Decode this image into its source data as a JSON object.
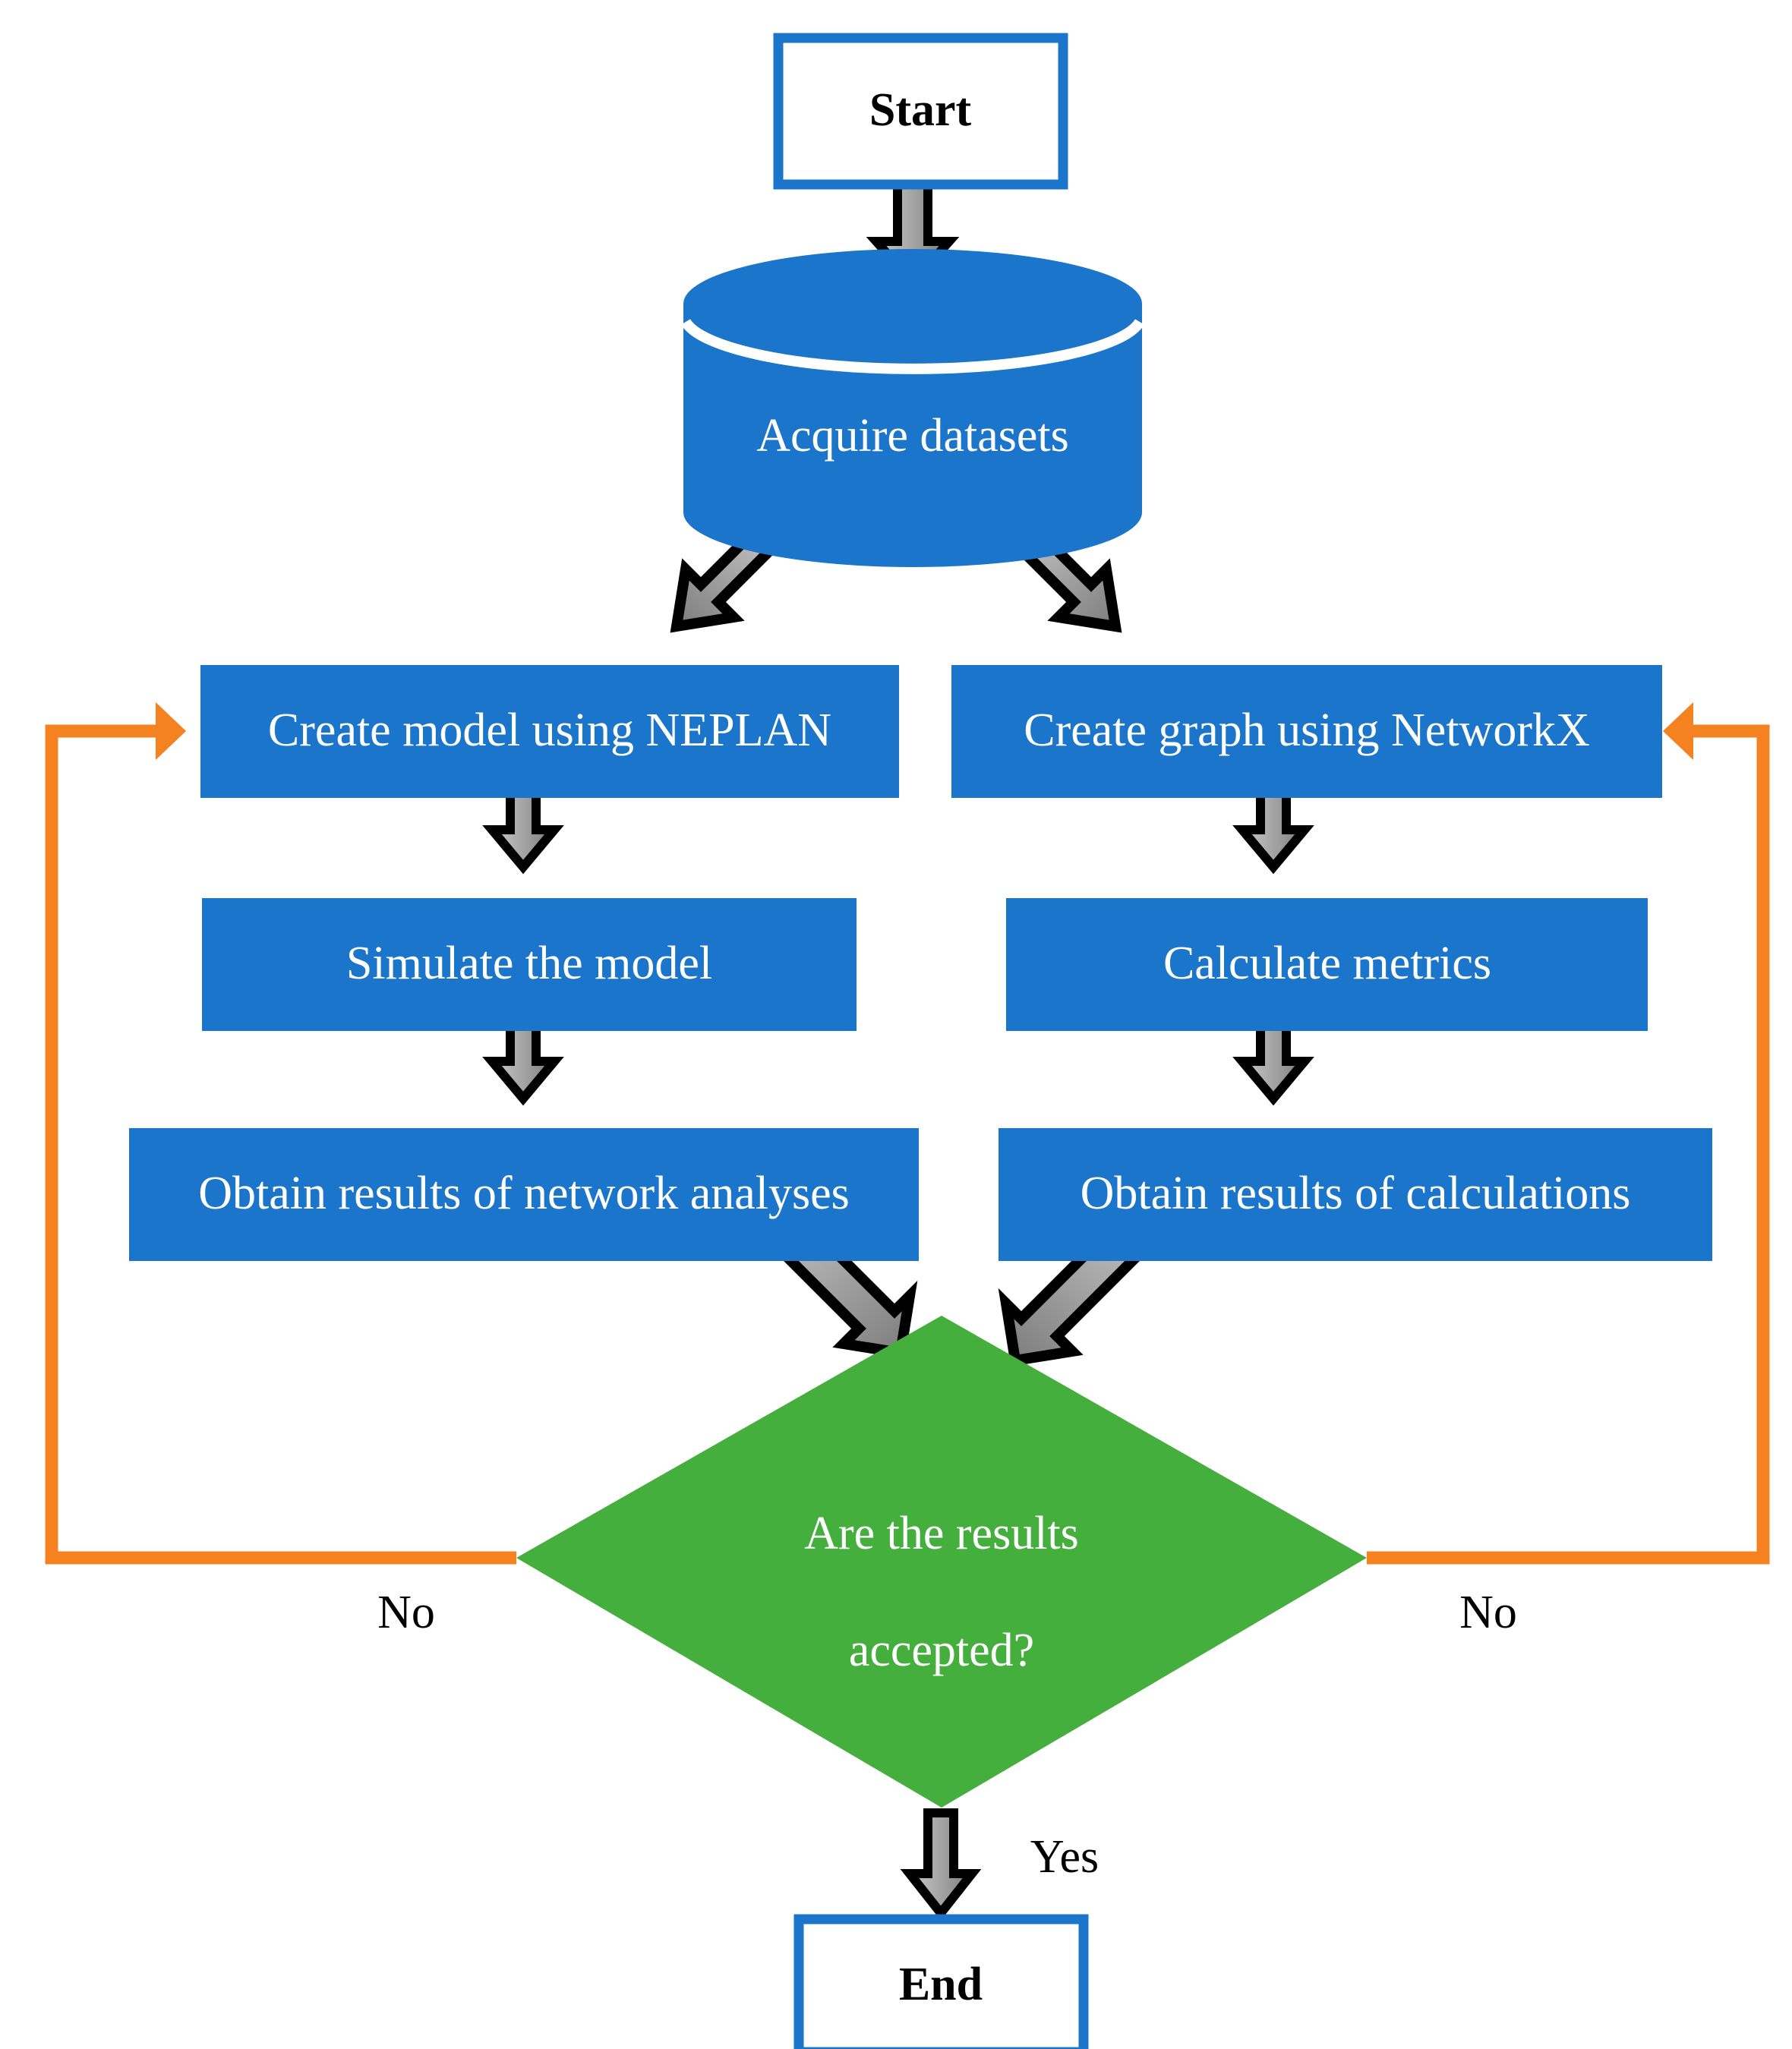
{
  "diagram": {
    "title": "Research methodology flowchart",
    "colors": {
      "process_fill": "#1B75CA",
      "decision_fill": "#45AF3D",
      "terminal_border": "#1B75CA",
      "terminal_fill": "#FFFFFF",
      "arrow_fill_light": "#C8C8C8",
      "arrow_fill_dark": "#7E7E7E",
      "arrow_stroke": "#000000",
      "loop_line": "#F58220",
      "text_on_fill": "#FFFFFF",
      "text_on_white": "#000000"
    },
    "nodes": [
      {
        "id": "start",
        "shape": "terminal",
        "label": "Start"
      },
      {
        "id": "acquire",
        "shape": "cylinder",
        "label": "Acquire datasets"
      },
      {
        "id": "create_model",
        "shape": "process",
        "label": "Create model using NEPLAN"
      },
      {
        "id": "create_graph",
        "shape": "process",
        "label": "Create graph using NetworkX"
      },
      {
        "id": "simulate",
        "shape": "process",
        "label": "Simulate the model"
      },
      {
        "id": "calc_metrics",
        "shape": "process",
        "label": "Calculate metrics"
      },
      {
        "id": "results_net",
        "shape": "process",
        "label": "Obtain results of network analyses"
      },
      {
        "id": "results_calc",
        "shape": "process",
        "label": "Obtain results of calculations"
      },
      {
        "id": "decision",
        "shape": "decision",
        "label_line1": "Are the results",
        "label_line2": "accepted?"
      },
      {
        "id": "end",
        "shape": "terminal",
        "label": "End"
      }
    ],
    "edge_labels": {
      "no_left": "No",
      "no_right": "No",
      "yes": "Yes"
    }
  }
}
